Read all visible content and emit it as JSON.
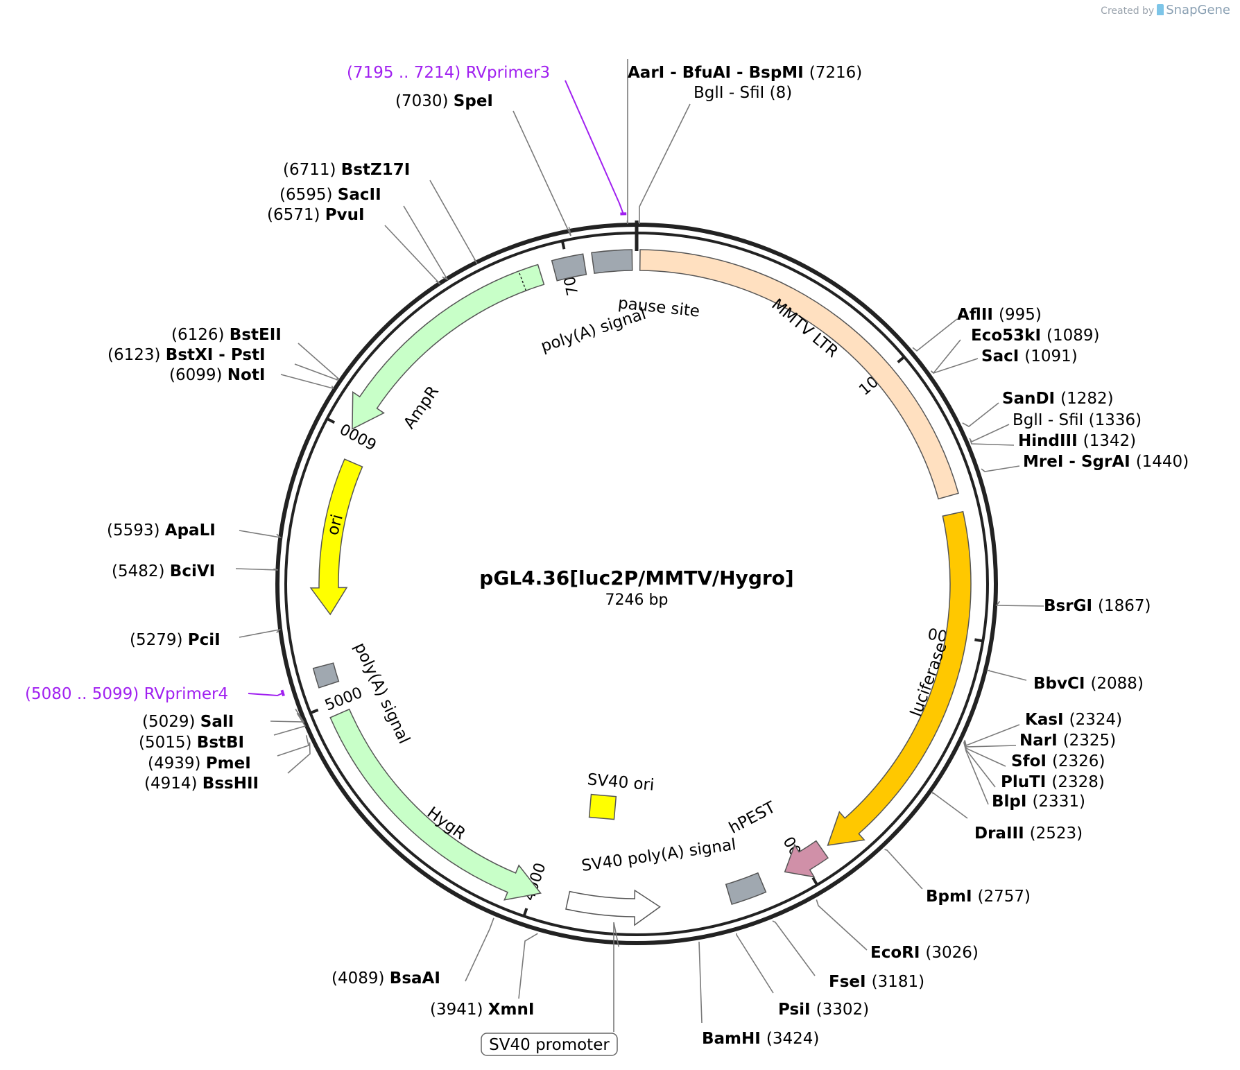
{
  "credit": {
    "prefix": "Created by",
    "brand": "SnapGene"
  },
  "plasmid": {
    "name": "pGL4.36[luc2P/MMTV/Hygro]",
    "length_label": "7246 bp",
    "length": 7246
  },
  "ticks": [
    {
      "pos": 1000,
      "label": "1000"
    },
    {
      "pos": 2000,
      "label": "2000"
    },
    {
      "pos": 3000,
      "label": "3000"
    },
    {
      "pos": 4000,
      "label": "4000"
    },
    {
      "pos": 5000,
      "label": "5000"
    },
    {
      "pos": 6000,
      "label": "6000"
    },
    {
      "pos": 7000,
      "label": "7000"
    }
  ],
  "features": [
    {
      "name": "MMTV LTR",
      "type": "box",
      "color": "#ffe0c0"
    },
    {
      "name": "luciferase",
      "type": "arrow",
      "color": "#ffc800"
    },
    {
      "name": "hPEST",
      "type": "arrow",
      "color": "#d090a8"
    },
    {
      "name": "SV40 poly(A) signal",
      "type": "arrow",
      "color": "#ffffff"
    },
    {
      "name": "SV40 ori",
      "type": "box",
      "color": "#ffff00"
    },
    {
      "name": "HygR",
      "type": "arrow",
      "color": "#c8ffc8"
    },
    {
      "name": "poly(A) signal",
      "type": "box",
      "color": "#a0a8b0"
    },
    {
      "name": "ori",
      "type": "arrow",
      "color": "#ffff00"
    },
    {
      "name": "AmpR",
      "type": "arrow",
      "color": "#c8ffc8"
    },
    {
      "name": "poly(A) signal",
      "type": "box",
      "color": "#a0a8b0"
    },
    {
      "name": "pause site",
      "type": "box",
      "color": "#a0a8b0"
    },
    {
      "name": "SV40 promoter",
      "type": "boxed-label",
      "color": "#ffffff"
    }
  ],
  "primers": [
    {
      "name": "RVprimer3",
      "range": "(7195 .. 7214)",
      "color": "#a020f0"
    },
    {
      "name": "RVprimer4",
      "range": "(5080 .. 5099)",
      "color": "#a020f0"
    }
  ],
  "sites": [
    {
      "names": [
        "AarI",
        "BfuAI",
        "BspMI"
      ],
      "pos": "(7216)",
      "bold": true
    },
    {
      "names": [
        "BglI",
        "SfiI"
      ],
      "pos": "(8)",
      "bold": false
    },
    {
      "names": [
        "AflII"
      ],
      "pos": "(995)",
      "bold": true
    },
    {
      "names": [
        "Eco53kI"
      ],
      "pos": "(1089)",
      "bold": true
    },
    {
      "names": [
        "SacI"
      ],
      "pos": "(1091)",
      "bold": true
    },
    {
      "names": [
        "SanDI"
      ],
      "pos": "(1282)",
      "bold": true
    },
    {
      "names": [
        "BglI",
        "SfiI"
      ],
      "pos": "(1336)",
      "bold": false
    },
    {
      "names": [
        "HindIII"
      ],
      "pos": "(1342)",
      "bold": true
    },
    {
      "names": [
        "MreI",
        "SgrAI"
      ],
      "pos": "(1440)",
      "bold": true
    },
    {
      "names": [
        "BsrGI"
      ],
      "pos": "(1867)",
      "bold": true
    },
    {
      "names": [
        "BbvCI"
      ],
      "pos": "(2088)",
      "bold": true
    },
    {
      "names": [
        "KasI"
      ],
      "pos": "(2324)",
      "bold": true
    },
    {
      "names": [
        "NarI"
      ],
      "pos": "(2325)",
      "bold": true
    },
    {
      "names": [
        "SfoI"
      ],
      "pos": "(2326)",
      "bold": true
    },
    {
      "names": [
        "PluTI"
      ],
      "pos": "(2328)",
      "bold": true
    },
    {
      "names": [
        "BlpI"
      ],
      "pos": "(2331)",
      "bold": true
    },
    {
      "names": [
        "DraIII"
      ],
      "pos": "(2523)",
      "bold": true
    },
    {
      "names": [
        "BpmI"
      ],
      "pos": "(2757)",
      "bold": true
    },
    {
      "names": [
        "EcoRI"
      ],
      "pos": "(3026)",
      "bold": true
    },
    {
      "names": [
        "FseI"
      ],
      "pos": "(3181)",
      "bold": true
    },
    {
      "names": [
        "PsiI"
      ],
      "pos": "(3302)",
      "bold": true
    },
    {
      "names": [
        "BamHI"
      ],
      "pos": "(3424)",
      "bold": true
    },
    {
      "names": [
        "XmnI"
      ],
      "pos": "(3941)",
      "bold": true
    },
    {
      "names": [
        "BsaAI"
      ],
      "pos": "(4089)",
      "bold": true
    },
    {
      "names": [
        "BssHII"
      ],
      "pos": "(4914)",
      "bold": true
    },
    {
      "names": [
        "PmeI"
      ],
      "pos": "(4939)",
      "bold": true
    },
    {
      "names": [
        "BstBI"
      ],
      "pos": "(5015)",
      "bold": true
    },
    {
      "names": [
        "SalI"
      ],
      "pos": "(5029)",
      "bold": true
    },
    {
      "names": [
        "PciI"
      ],
      "pos": "(5279)",
      "bold": true
    },
    {
      "names": [
        "BciVI"
      ],
      "pos": "(5482)",
      "bold": true
    },
    {
      "names": [
        "ApaLI"
      ],
      "pos": "(5593)",
      "bold": true
    },
    {
      "names": [
        "NotI"
      ],
      "pos": "(6099)",
      "bold": true
    },
    {
      "names": [
        "BstXI",
        "PstI"
      ],
      "pos": "(6123)",
      "bold": true
    },
    {
      "names": [
        "BstEII"
      ],
      "pos": "(6126)",
      "bold": true
    },
    {
      "names": [
        "PvuI"
      ],
      "pos": "(6571)",
      "bold": true
    },
    {
      "names": [
        "SacII"
      ],
      "pos": "(6595)",
      "bold": true
    },
    {
      "names": [
        "BstZ17I"
      ],
      "pos": "(6711)",
      "bold": true
    },
    {
      "names": [
        "SpeI"
      ],
      "pos": "(7030)",
      "bold": true
    }
  ]
}
